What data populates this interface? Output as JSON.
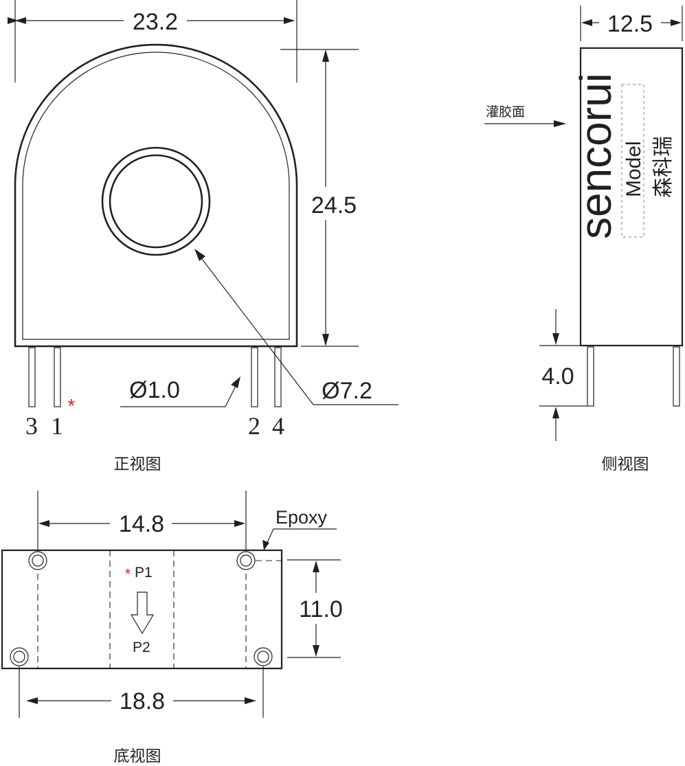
{
  "front_view": {
    "caption": "正视图",
    "width_dim": "23.2",
    "height_dim": "24.5",
    "pin_dia_dim": "Ø1.0",
    "hole_dia_dim": "Ø7.2",
    "pins": [
      "3",
      "1",
      "2",
      "4"
    ],
    "star": "*"
  },
  "side_view": {
    "caption": "侧视图",
    "width_dim": "12.5",
    "pin_len_dim": "4.0",
    "potting_label": "灌胶面",
    "logo": "sencorui",
    "model_label": "Model",
    "brand_cn": "森科瑞"
  },
  "bottom_view": {
    "caption": "底视图",
    "top_dim": "14.8",
    "bottom_dim": "18.8",
    "height_dim": "11.0",
    "epoxy_label": "Epoxy",
    "p1_label": "P1",
    "p2_label": "P2",
    "star": "*"
  }
}
